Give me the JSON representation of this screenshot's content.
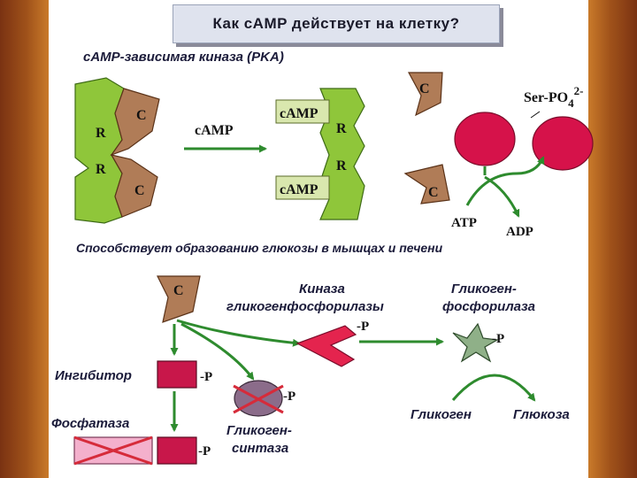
{
  "title": "Как cAMP действует на клетку?",
  "pka_label": "cAMP-зависимая киназа (PKA)",
  "subunits": {
    "regulatory": "R",
    "catalytic": "C"
  },
  "camp_label": "cAMP",
  "ser_po4": {
    "base": "Ser-PO",
    "sub": "4",
    "sup": "2-"
  },
  "atp_label": "ATP",
  "adp_label": "ADP",
  "effect_text": "Способствует образованию глюкозы в мышцах и печени",
  "kinase_label": {
    "line1": "Киназа",
    "line2": "гликогенфосфорилазы"
  },
  "phosphorylase_label": {
    "line1": "Гликоген-",
    "line2": "фосфорилаза"
  },
  "phosphate_label": "-P",
  "inhibitor_label": "Ингибитор",
  "phosphatase_label": "Фосфатаза",
  "synthase_label": {
    "line1": "Гликоген-",
    "line2": "синтаза"
  },
  "glycogen_label": "Гликоген",
  "glucose_label": "Глюкоза",
  "colors": {
    "regulatory_green": "#8fc63a",
    "catalytic_brown": "#b07c57",
    "substrate_red": "#d6124a",
    "arrow_green": "#2e8b2e",
    "phosphatase_pink": "#f4b0cc",
    "synthase_gray": "#8b6c8a",
    "cross_red": "#d62b3a",
    "phosphorylase_star": "#8fb088"
  }
}
